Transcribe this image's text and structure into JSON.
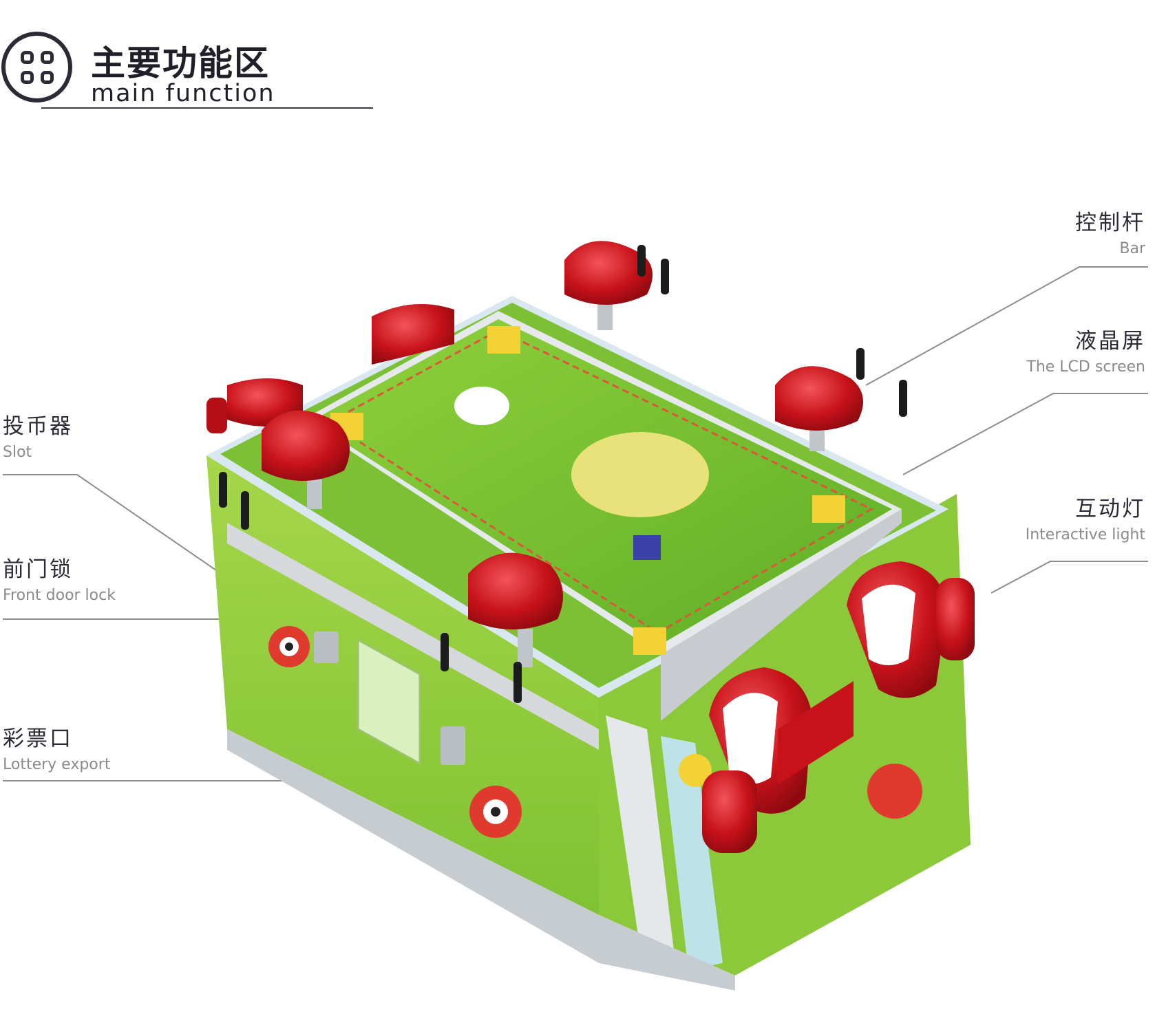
{
  "header": {
    "title_cn": "主要功能区",
    "title_en": "main function"
  },
  "labels": {
    "bar": {
      "cn": "控制杆",
      "en": "Bar"
    },
    "lcd": {
      "cn": "液晶屏",
      "en": "The LCD screen"
    },
    "light": {
      "cn": "互动灯",
      "en": "Interactive light"
    },
    "slot": {
      "cn": "投币器",
      "en": "Slot"
    },
    "lock": {
      "cn": "前门锁",
      "en": "Front door lock"
    },
    "lottery": {
      "cn": "彩票口",
      "en": "Lottery export"
    }
  },
  "colors": {
    "ink": "#2b2b35",
    "label_en": "#8a8a8a",
    "leader": "#8c8c8c",
    "body_green": "#8ccb3a",
    "screen_green": "#77c12d",
    "handle_red": "#d1141b",
    "frame_silver": "#d9dde0"
  },
  "icons": {
    "header": "four-squares-icon"
  }
}
